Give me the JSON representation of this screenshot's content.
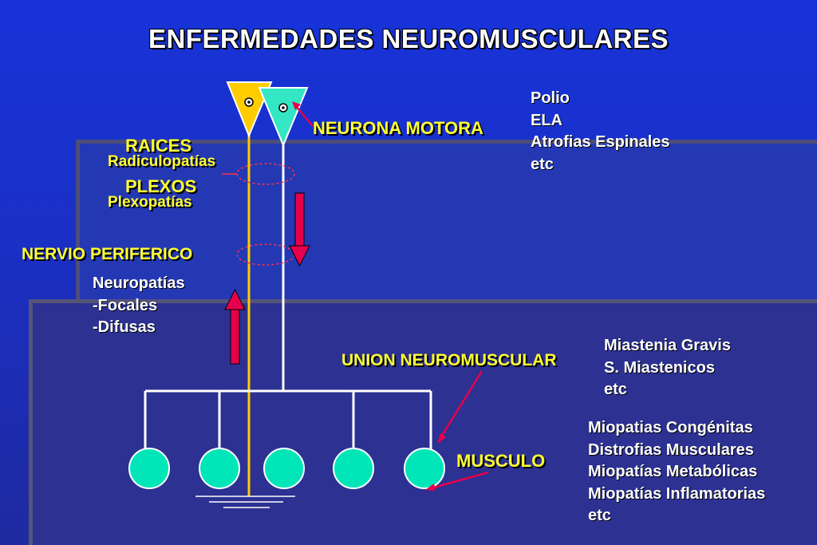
{
  "title": "ENFERMEDADES NEUROMUSCULARES",
  "labels": {
    "neurona_motora": "NEURONA MOTORA",
    "raices": "RAICES",
    "radiculopatias": "Radiculopatías",
    "plexos": "PLEXOS",
    "plexopatias": "Plexopatías",
    "nervio_periferico": "NERVIO PERIFERICO",
    "union_neuromuscular": "UNION NEUROMUSCULAR",
    "musculo": "MUSCULO"
  },
  "lists": {
    "neurona": [
      "Polio",
      "ELA",
      "Atrofias Espinales",
      "etc"
    ],
    "neuropatias": [
      "Neuropatías",
      "-Focales",
      "-Difusas"
    ],
    "union": [
      "Miastenia Gravis",
      "S. Miastenicos",
      "etc"
    ],
    "musculo": [
      "Miopatias Congénitas",
      "Distrofias Musculares",
      "Miopatías Metabólicas",
      "Miopatías Inflamatorias",
      "etc"
    ]
  },
  "colors": {
    "neuron_orange": "#ffcc00",
    "neuron_cyan": "#33e6c4",
    "muscle_fill": "#00e6b8",
    "arrow_red": "#e6004c",
    "label_yellow": "#ffff33"
  }
}
